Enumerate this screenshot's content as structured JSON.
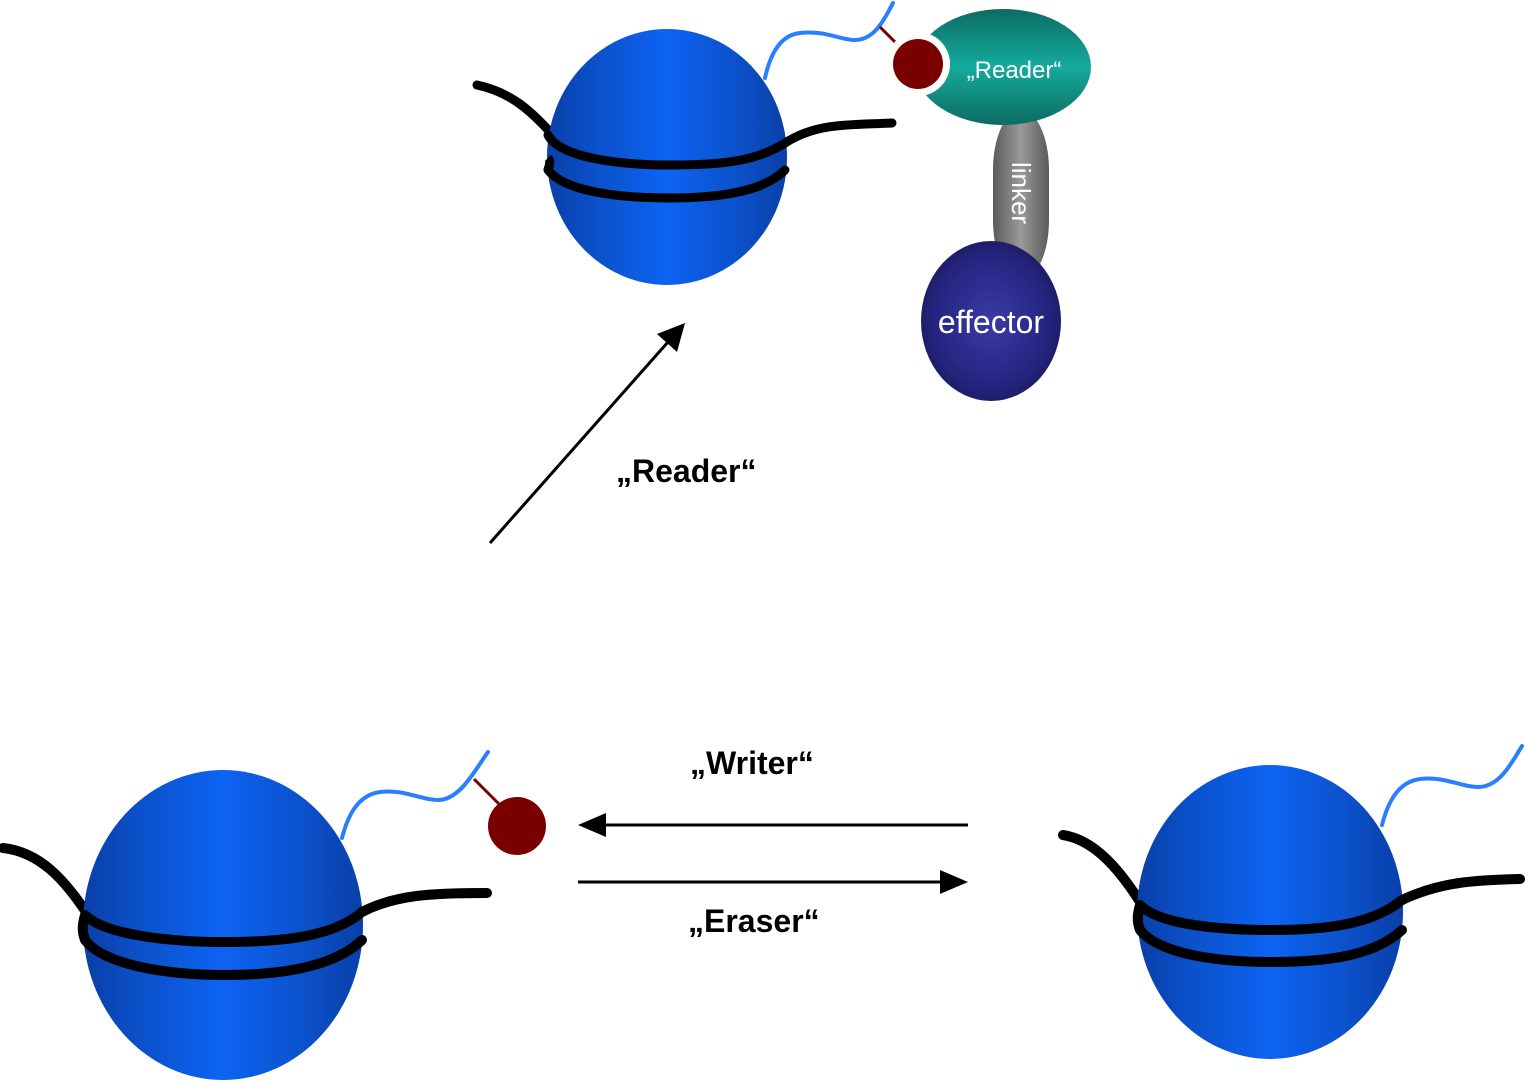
{
  "labels": {
    "reader_domain": "„Reader“",
    "linker": "linker",
    "effector": "effector",
    "reader_arrow": "„Reader“",
    "writer_arrow": "„Writer“",
    "eraser_arrow": "„Eraser“"
  },
  "colors": {
    "nucleosome": "#0a5fe0",
    "dna": "#000000",
    "histone_tail": "#2a7fff",
    "modification": "#7a0000",
    "reader_domain": "#12a394",
    "linker": "#808080",
    "effector": "#23237a"
  }
}
